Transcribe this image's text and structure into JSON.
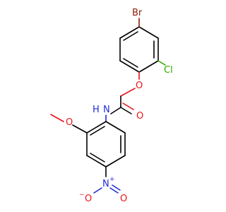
{
  "molecule": {
    "atom_labels": {
      "bromine": "Br",
      "chlorine": "Cl",
      "ether_oxygen": "O",
      "carbonyl_oxygen": "O",
      "amide_nitrogen": "N",
      "amide_hydrogen": "H",
      "methoxy_oxygen": "O",
      "nitro_nitrogen": "N",
      "nitro_plus": "+",
      "nitro_oxygen_left": "O",
      "nitro_minus": "−",
      "nitro_oxygen_right": "O"
    },
    "colors": {
      "carbon_bond": "#000000",
      "oxygen": "#e8141a",
      "nitrogen": "#1f2bd6",
      "bromine": "#8b1d08",
      "chlorine": "#2ea800"
    }
  }
}
